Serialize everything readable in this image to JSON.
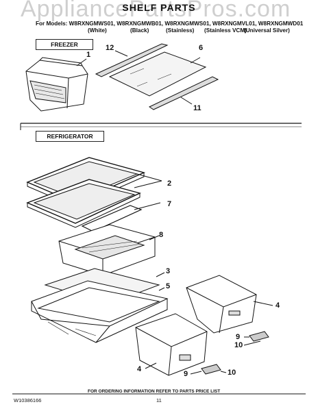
{
  "watermark": "AppliancePartsPros.com",
  "title": "SHELF PARTS",
  "models_line": "For Models: W8RXNGMWS01, W8RXNGMWB01, W8RXNGMWS01, W8RXNGMVL01, W8RXNGMWD01",
  "colors": [
    "(White)",
    "(Black)",
    "(Stainless)",
    "(Stainless VCM)",
    "(Universal Silver)"
  ],
  "sections": {
    "freezer": "FREEZER",
    "refrigerator": "REFRIGERATOR"
  },
  "callouts": {
    "c1": "1",
    "c12": "12",
    "c6": "6",
    "c11": "11",
    "c2": "2",
    "c7": "7",
    "c8": "8",
    "c3": "3",
    "c5": "5",
    "c4a": "4",
    "c4b": "4",
    "c9a": "9",
    "c10a": "10",
    "c9b": "9",
    "c10b": "10"
  },
  "footer": {
    "doc_number": "W10386166",
    "ordering_info": "FOR ORDERING INFORMATION REFER TO PARTS PRICE LIST",
    "page_number": "11"
  }
}
